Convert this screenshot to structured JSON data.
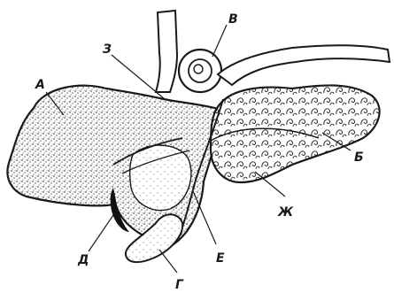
{
  "diagram": {
    "labels": {
      "a": "А",
      "b": "Б",
      "v": "В",
      "g": "Г",
      "d": "Д",
      "e": "Е",
      "zh": "Ж",
      "z": "З"
    },
    "colors": {
      "ink": "#1a1a1a",
      "background": "#ffffff",
      "stipple": "#2a2a2a"
    }
  }
}
